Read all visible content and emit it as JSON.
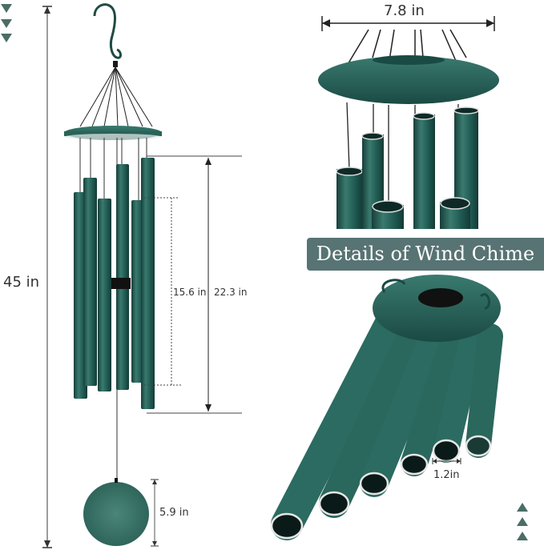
{
  "product": "Wind Chime",
  "banner": {
    "text": "Details of Wind Chime",
    "bg_color": "#587373"
  },
  "dimensions": {
    "total_height": "45 in",
    "top_width": "7.8 in",
    "longest_tube": "22.3 in",
    "shortest_tube": "15.6 in",
    "sail_diameter": "5.9 in",
    "tube_diameter": "1.2in"
  },
  "colors": {
    "chime_green": "#1f5a52",
    "chime_light": "#3f7d72",
    "arrow": "#4a6e66"
  },
  "decor": {
    "top_left_arrows": "down-triangles x3",
    "bottom_right_arrows": "up-triangles x3"
  }
}
